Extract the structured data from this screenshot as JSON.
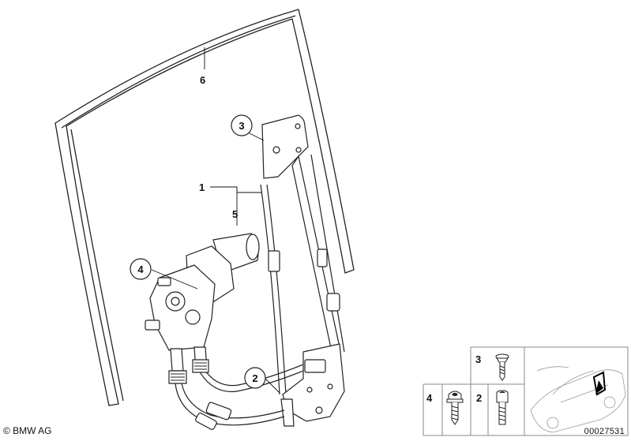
{
  "callouts": {
    "c1": "1",
    "c2": "2",
    "c3": "3",
    "c4": "4",
    "c5": "5",
    "c6": "6"
  },
  "legend": {
    "screw3": "3",
    "screw4": "4",
    "screw2": "2"
  },
  "footer": {
    "copyright": "© BMW AG",
    "diagram_ref": "00027531"
  }
}
